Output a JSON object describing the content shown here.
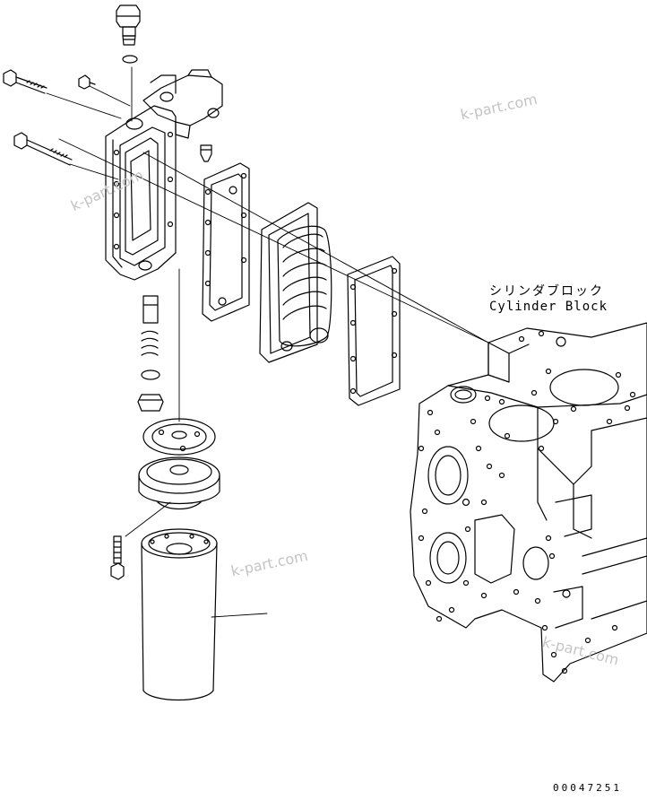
{
  "labels": {
    "cylinder_block_jp": "シリンダブロック",
    "cylinder_block_en": "Cylinder Block",
    "figure_number": "00047251"
  },
  "watermarks": [
    "k-part.com",
    "k-part.com",
    "k-part.com",
    "k-part.com"
  ],
  "colors": {
    "line": "#000000",
    "background": "#ffffff",
    "watermark": "#c4c4c4"
  }
}
